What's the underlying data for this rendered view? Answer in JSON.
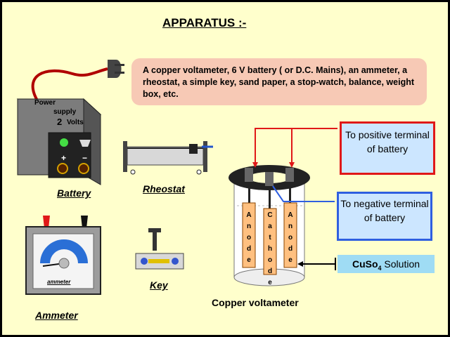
{
  "title": "APPARATUS :-",
  "description": "A copper voltameter, 6 V battery ( or D.C. Mains), an ammeter, a rheostat, a simple key, sand paper, a stop-watch, balance, weight box, etc.",
  "labels": {
    "battery": "Battery",
    "rheostat": "Rheostat",
    "ammeter": "Ammeter",
    "key": "Key",
    "voltameter": "Copper voltameter"
  },
  "power_supply": {
    "line1": "Power",
    "line2": "supply",
    "value": "2",
    "unit": "Volts",
    "plus": "+",
    "minus": "−"
  },
  "ammeter_face_label": "ammeter",
  "electrodes": {
    "anode": "Anode",
    "cathode": "Cathode"
  },
  "callouts": {
    "positive": "To positive terminal of battery",
    "negative": "To negative terminal of battery",
    "solution_main": "CuSo",
    "solution_sub": "4",
    "solution_rest": " Solution"
  },
  "colors": {
    "background": "#ffffcc",
    "callout_pos_border": "#e01818",
    "callout_neg_border": "#2f5fe0",
    "callout_fill": "#cce6ff",
    "solution_fill": "#9fdcf4",
    "desc_fill": "#f7c9b5"
  }
}
